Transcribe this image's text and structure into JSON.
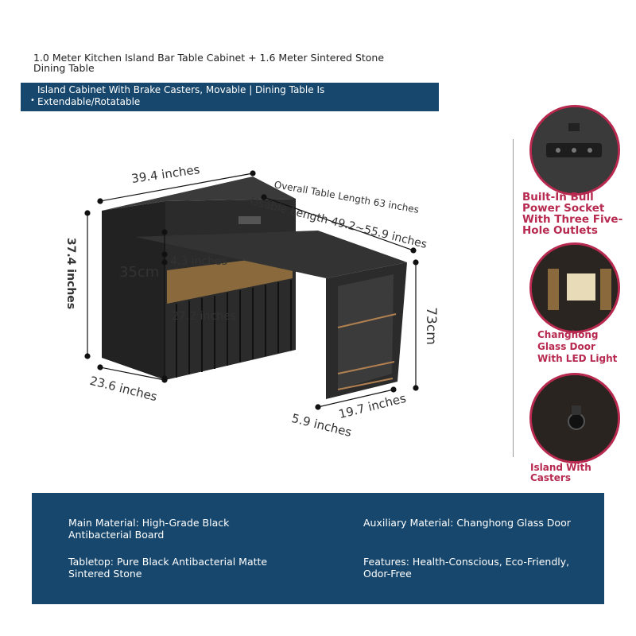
{
  "header": {
    "title": "1.0 Meter Kitchen Island Bar Table Cabinet + 1.6 Meter Sintered Stone Dining Table",
    "subtitle_bullet": "•",
    "subtitle": "Island Cabinet With Brake Casters, Movable | Dining Table Is Extendable/Rotatable"
  },
  "dimensions": {
    "top_width": "39.4 inches",
    "overall_length": "Overall Table Length 63 inches",
    "usable_length": "Usable Length 49.2~55.9 inches",
    "height_total": "37.4 inches",
    "offset_top": "5.9 inches",
    "offset_small": "4.3 inches",
    "depth_cm": "35cm",
    "inner_height": "27.2 inches",
    "depth": "23.6 inches",
    "table_height_cm": "73cm",
    "leg_width": "19.7 inches",
    "leg_offset": "5.9 inches"
  },
  "features": [
    {
      "label": "Built-In Bull Power Socket With Three Five-Hole Outlets",
      "icon": "power-socket-icon"
    },
    {
      "label": "Changhong Glass Door With LED Light",
      "icon": "led-glass-door-icon"
    },
    {
      "label": "Island With Casters",
      "icon": "caster-wheel-icon"
    }
  ],
  "specs": {
    "main_material": "Main Material: High-Grade Black Antibacterial Board",
    "auxiliary_material": "Auxiliary Material: Changhong Glass Door",
    "tabletop": "Tabletop: Pure Black Antibacterial Matte Sintered Stone",
    "features": "Features: Health-Conscious, Eco-Friendly, Odor-Free"
  },
  "colors": {
    "accent_blue": "#17476d",
    "accent_red": "#b7294f",
    "cabinet_black": "#2b2b2b",
    "glass_amber": "#8a6a3c"
  }
}
